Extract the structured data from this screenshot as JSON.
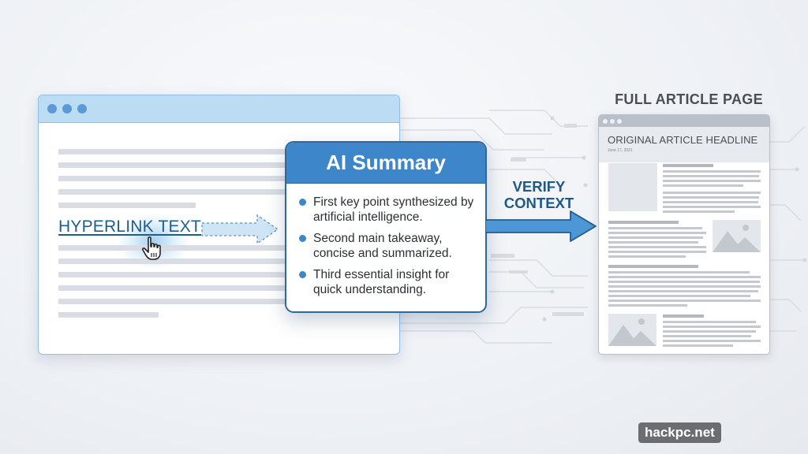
{
  "left_browser": {
    "window_controls": [
      "dot",
      "dot",
      "dot"
    ],
    "hyperlink_text": "HYPERLINK TEXT",
    "cursor_icon": "hand-pointer-icon"
  },
  "summary_card": {
    "title": "AI Summary",
    "points": [
      "First key point synthesized by artificial intelligence.",
      "Second main takeaway, concise and summarized.",
      "Third essential insight for quick understanding."
    ],
    "accent_color": "#3d86c9"
  },
  "verify": {
    "line1": "VERIFY",
    "line2": "CONTEXT"
  },
  "article": {
    "label": "FULL ARTICLE PAGE",
    "headline": "ORIGINAL ARTICLE HEADLINE",
    "date": "June 17, 2021"
  },
  "watermark": "hackpc.net"
}
